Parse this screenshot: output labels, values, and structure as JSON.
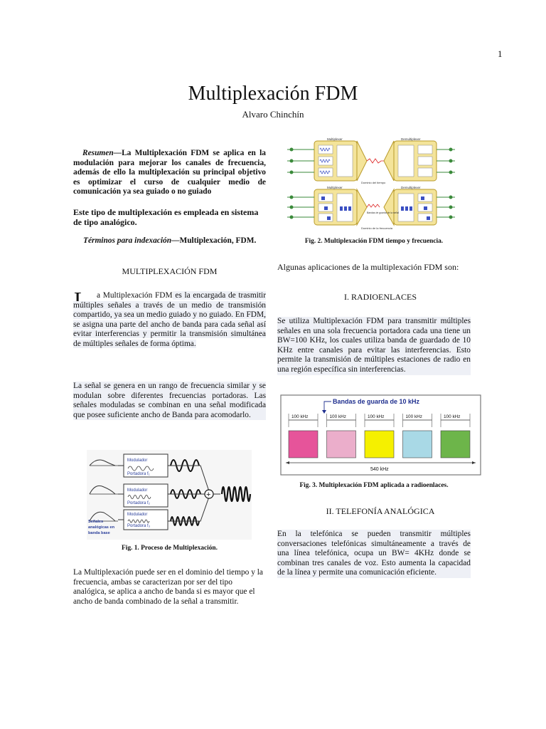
{
  "page_number": "1",
  "title": "Multiplexación FDM",
  "author": "Alvaro Chinchín",
  "symbol_marker": "",
  "abstract": {
    "label": "Resumen",
    "text": "—La Multiplexación FDM se aplica en la modulación para mejorar los canales de frecuencia, además de ello la multiplexación su principal objetivo es optimizar el curso de cualquier medio de comunicación ya sea guiado o no guiado",
    "second": "Este tipo de multiplexación es empleada en sistema de tipo analógico."
  },
  "index_terms": {
    "label": "Términos para indexación",
    "text": "—Multiplexación, FDM."
  },
  "section_left": "MULTIPLEXACIÓN FDM",
  "para1": {
    "dropcap": "L",
    "start": "a Multiplexación FDM",
    "hl1": " es la encargada de trasmitir múltiples señales a través de un medio de transmisión compartido, ya sea un medio guiado y no guiado. En FDM, se asigna una parte del ancho de banda para cada señal así evitar interferencias y permitir la transmisión simultánea de múltiples señales de forma óptima."
  },
  "para2": "La señal se genera en un rango de frecuencia similar y se modulan sobre diferentes frecuencias portadoras. Las señales moduladas se combinan en una señal modificada que posee suficiente ancho de Banda para acomodarlo.",
  "fig1": {
    "caption": "Fig. 1. Proceso de Multiplexación.",
    "labels": {
      "modulador": "Modulador",
      "portadora1": "Portadora f₁",
      "portadora2": "Portadora f₂",
      "portadora3": "Portadora f₃",
      "senales": "Señales",
      "analogicas": "analógicas en",
      "banda_base": "banda base"
    }
  },
  "para3": "La Multiplexación puede ser en el dominio del tiempo y la frecuencia, ambas se caracterizan por ser del tipo analógica, se aplica a ancho de banda si es mayor que el ancho de banda combinado de la señal a transmitir.",
  "fig2": {
    "caption": "Fig. 2. Multiplexación FDM tiempo y frecuencia.",
    "labels": {
      "mux_top": "Multiplexer",
      "demux_top": "Demultiplexer",
      "time_domain": "Dominio del tiempo",
      "mux_bottom": "Multiplexer",
      "demux_bottom": "Demultiplexer",
      "freq_domain": "Dominio de la frecuencia",
      "bands": "Bandas de guarda de la señal"
    }
  },
  "apps_intro": "Algunas aplicaciones de la multiplexación FDM son:",
  "section_r1": "I. RADIOENLACES",
  "para4": "Se utiliza Multiplexación FDM para transmitir múltiples señales en una sola frecuencia portadora cada una tiene un BW=100 KHz, los cuales utiliza banda de guardado de 10 KHz entre canales para evitar las interferencias. Esto permite la transmisión de múltiples estaciones de radio en una región específica sin interferencias.",
  "fig3": {
    "caption": "Fig. 3. Multiplexación FDM aplicada a radioenlaces.",
    "heading": "Bandas de guarda de 10 kHz",
    "band_labels": [
      "100 kHz",
      "100 kHz",
      "100 kHz",
      "100 kHz",
      "100 kHz"
    ],
    "total": "540 kHz",
    "band_colors": [
      "#e6549a",
      "#ebaecb",
      "#f5f000",
      "#a9d9e6",
      "#6db54a"
    ]
  },
  "section_r2": "II. TELEFONÍA ANALÓGICA",
  "para5": "En la telefónica se pueden transmitir múltiples conversaciones telefónicas simultáneamente a través de una línea telefónica, ocupa un BW= 4KHz donde se combinan tres canales de voz.  Esto aumenta la capacidad de la línea y permite una comunicación eficiente."
}
